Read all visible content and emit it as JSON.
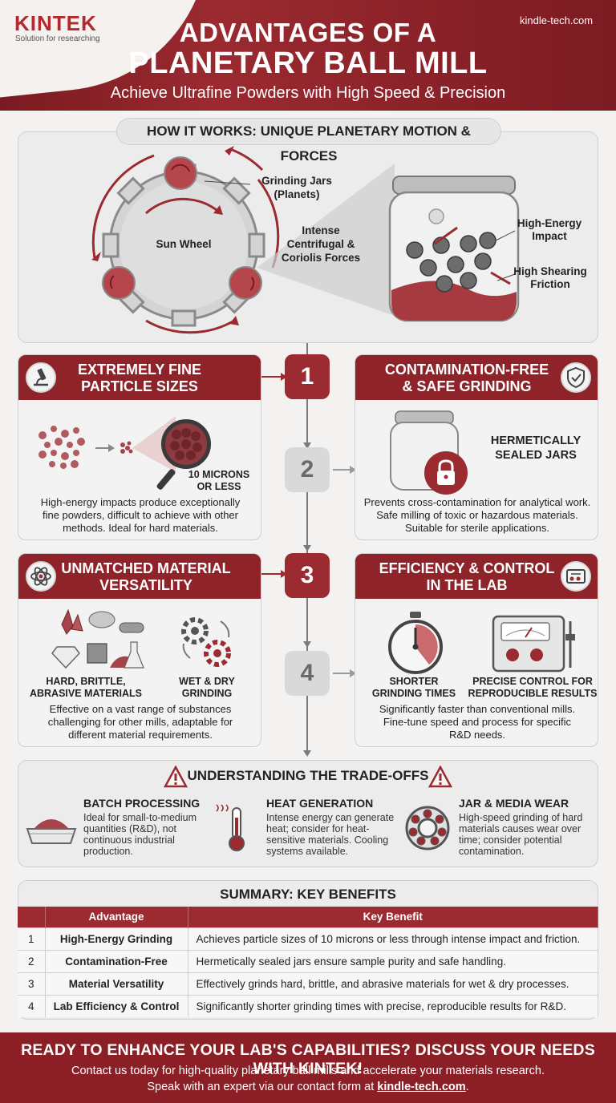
{
  "header": {
    "logo": "KINTEK",
    "logo_tagline": "Solution for researching",
    "site": "kindle-tech.com",
    "title_line1": "ADVANTAGES OF A",
    "title_line2": "PLANETARY BALL MILL",
    "subtitle": "Achieve Ultrafine Powders with High Speed & Precision"
  },
  "how_it_works": {
    "title": "HOW IT WORKS: UNIQUE PLANETARY MOTION & FORCES",
    "sun_wheel": "Sun Wheel",
    "jars_l1": "Grinding Jars",
    "jars_l2": "(Planets)",
    "forces_l1": "Intense",
    "forces_l2": "Centrifugal &",
    "forces_l3": "Coriolis Forces",
    "impact_l1": "High-Energy",
    "impact_l2": "Impact",
    "shear_l1": "High Shearing",
    "shear_l2": "Friction"
  },
  "steps": [
    "1",
    "2",
    "3",
    "4"
  ],
  "card1": {
    "title_l1": "EXTREMELY FINE",
    "title_l2": "PARTICLE SIZES",
    "micron_l1": "10 MICRONS",
    "micron_l2": "OR LESS",
    "body_l1": "High-energy impacts produce exceptionally",
    "body_l2": "fine powders, difficult to achieve with other",
    "body_l3": "methods. Ideal for hard materials."
  },
  "card2": {
    "title_l1": "CONTAMINATION-FREE",
    "title_l2": "& SAFE GRINDING",
    "label_l1": "HERMETICALLY",
    "label_l2": "SEALED JARS",
    "body_l1": "Prevents cross-contamination for analytical work.",
    "body_l2": "Safe milling of toxic or hazardous materials.",
    "body_l3": "Suitable for sterile applications."
  },
  "card3": {
    "title_l1": "UNMATCHED MATERIAL",
    "title_l2": "VERSATILITY",
    "left_l1": "HARD, BRITTLE,",
    "left_l2": "ABRASIVE MATERIALS",
    "right_l1": "WET & DRY",
    "right_l2": "GRINDING",
    "body_l1": "Effective on a vast range of substances",
    "body_l2": "challenging for other mills, adaptable for",
    "body_l3": "different material requirements."
  },
  "card4": {
    "title_l1": "EFFICIENCY & CONTROL",
    "title_l2": "IN THE LAB",
    "left_l1": "SHORTER",
    "left_l2": "GRINDING TIMES",
    "right_l1": "PRECISE CONTROL FOR",
    "right_l2": "REPRODUCIBLE RESULTS",
    "body_l1": "Significantly faster than conventional mills.",
    "body_l2": "Fine-tune speed and process for specific",
    "body_l3": "R&D needs."
  },
  "tradeoffs": {
    "title": "UNDERSTANDING THE TRADE-OFFS",
    "items": [
      {
        "head": "BATCH PROCESSING",
        "l1": "Ideal for small-to-medium",
        "l2": "quantities (R&D), not",
        "l3": "continuous industrial",
        "l4": "production."
      },
      {
        "head": "HEAT GENERATION",
        "l1": "Intense energy can generate",
        "l2": "heat; consider for heat-",
        "l3": "sensitive materials. Cooling",
        "l4": "systems available."
      },
      {
        "head": "JAR & MEDIA WEAR",
        "l1": "High-speed grinding of hard",
        "l2": "materials causes wear over",
        "l3": "time; consider potential",
        "l4": "contamination."
      }
    ]
  },
  "summary": {
    "title": "SUMMARY: KEY BENEFITS",
    "col_num": "",
    "col_adv": "Advantage",
    "col_benefit": "Key Benefit",
    "rows": [
      {
        "n": "1",
        "adv": "High-Energy Grinding",
        "benefit": "Achieves particle sizes of 10 microns or less through intense impact and friction."
      },
      {
        "n": "2",
        "adv": "Contamination-Free",
        "benefit": "Hermetically sealed jars ensure sample purity and safe handling."
      },
      {
        "n": "3",
        "adv": "Material Versatility",
        "benefit": "Effectively grinds hard, brittle, and abrasive materials for wet & dry processes."
      },
      {
        "n": "4",
        "adv": "Lab Efficiency & Control",
        "benefit": "Significantly shorter grinding times with precise, reproducible results for R&D."
      }
    ]
  },
  "footer": {
    "cta": "READY TO ENHANCE YOUR LAB'S CAPABILITIES? DISCUSS YOUR NEEDS WITH KINTEK!",
    "line2": "Contact us today for high-quality planetary ball mills and accelerate your materials research.",
    "line3_pre": "Speak with an expert via our contact form at ",
    "line3_link": "kindle-tech.com",
    "line3_post": "."
  },
  "icons": [
    "microscope-icon",
    "shield-check-icon",
    "atom-icon",
    "control-panel-icon",
    "warning-icon",
    "stopwatch-icon",
    "thermometer-icon",
    "bearing-icon",
    "gear-icon",
    "lock-icon",
    "magnifier-icon",
    "powder-tray-icon"
  ],
  "colors": {
    "brand_red": "#8e2329",
    "panel_gray": "#ececec",
    "step_gray": "#d9d9d9"
  }
}
